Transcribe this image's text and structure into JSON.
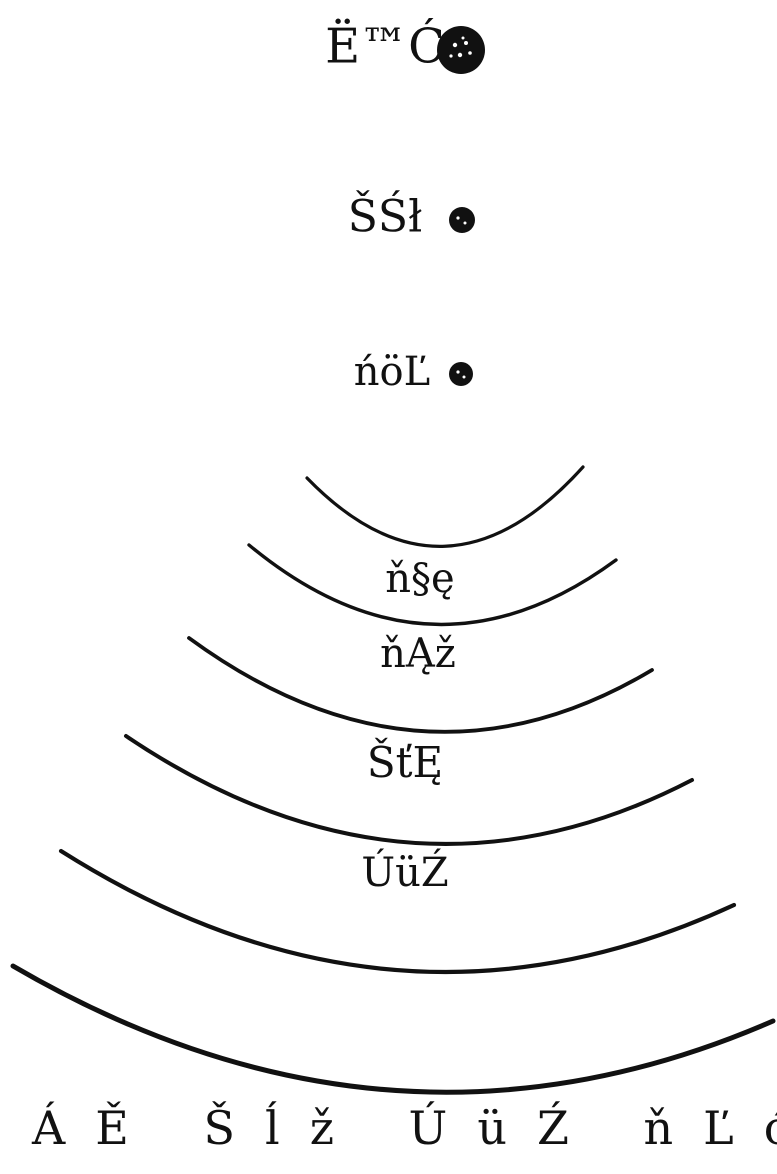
{
  "ink_color": "#111111",
  "paper_color": "#ffffff",
  "markers": [
    {
      "label": "Ë™Ć",
      "icon": "dotted-disc-icon"
    },
    {
      "label": "ŠŚł",
      "icon": "dotted-disc-icon"
    },
    {
      "label": "ńöĽ",
      "icon": "dotted-disc-icon"
    }
  ],
  "arc_labels": [
    "ň§ę",
    "ňĄž",
    "ŠťĘ",
    "ÚüŹ"
  ],
  "bottom_label": "ŠÁĚ Šĺž ÚüŹ ňĽć"
}
